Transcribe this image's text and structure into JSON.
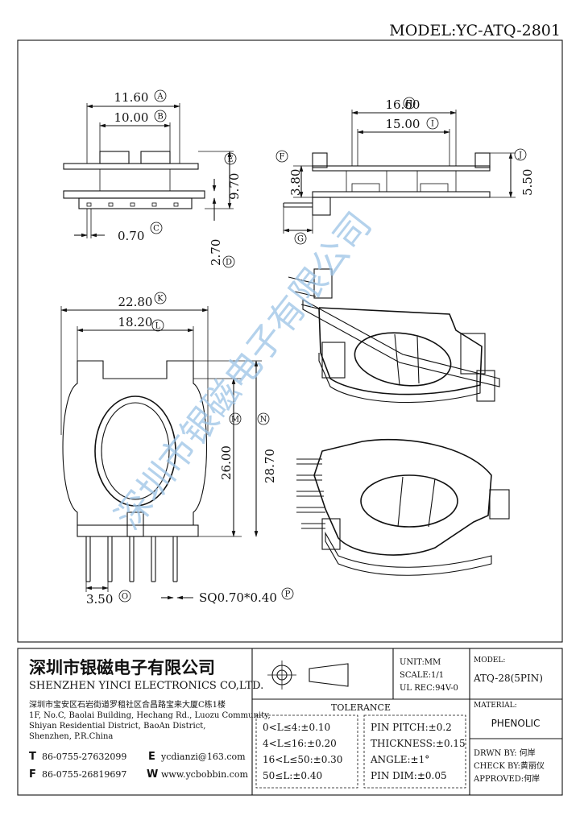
{
  "model": "MODEL:YC-ATQ-2801",
  "watermark": "深圳市银磁电子有限公司",
  "dimensions": {
    "a": "11.60",
    "b": "10.00",
    "c": "0.70",
    "d": "2.70",
    "e": "9.70",
    "f": "3.80",
    "g": "",
    "h": "16.60",
    "i": "15.00",
    "j": "5.50",
    "k": "22.80",
    "l": "18.20",
    "m": "26.00",
    "n": "28.70",
    "o": "3.50",
    "p": "SQ0.70*0.40"
  },
  "markers": [
    "A",
    "B",
    "C",
    "D",
    "E",
    "F",
    "G",
    "H",
    "I",
    "J",
    "K",
    "L",
    "M",
    "N",
    "O",
    "P"
  ],
  "company": {
    "name_cn": "深圳市银磁电子有限公司",
    "name_en": "SHENZHEN YINCI ELECTRONICS CO,LTD.",
    "address_cn": "深圳市宝安区石岩街道罗租社区合昌路宝来大厦C栋1楼",
    "address_en_1": "1F, No.C, Baolai Building, Hechang Rd., Luozu Community,",
    "address_en_2": "Shiyan Residential District, BaoAn District,",
    "address_en_3": "Shenzhen, P.R.China",
    "tel_label": "T",
    "tel": "86-0755-27632099",
    "email_label": "E",
    "email": "ycdianzi@163.com",
    "fax_label": "F",
    "fax": "86-0755-26819697",
    "web_label": "W",
    "web": "www.ycbobbin.com"
  },
  "spec": {
    "unit": "UNIT:MM",
    "scale": "SCALE:1/1",
    "ul": "UL REC:94V-0",
    "model_label": "MODEL:",
    "model_value": "ATQ-28(5PIN)",
    "material_label": "MATERIAL:",
    "material_value": "PHENOLIC",
    "drawn": "DRWN BY: 何岸",
    "check": "CHECK BY:黄丽仪",
    "approved": "APPROVED:何岸"
  },
  "tolerance": {
    "title": "TOLERANCE",
    "left": [
      "0<L≤4:±0.10",
      "4<L≤16:±0.20",
      "16<L≤50:±0.30",
      "50≤L:±0.40"
    ],
    "right": [
      "PIN PITCH:±0.2",
      "THICKNESS:±0.15",
      "ANGLE:±1°",
      "PIN DIM:±0.05"
    ]
  }
}
